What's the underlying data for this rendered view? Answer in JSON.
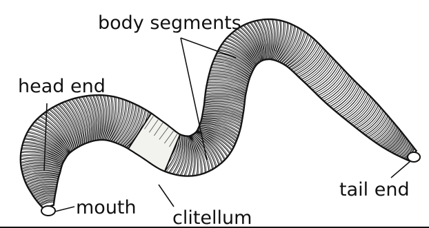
{
  "diagram": {
    "labels": {
      "body_segments": "body segments",
      "head_end": "head end",
      "mouth": "mouth",
      "clitellum": "clitellum",
      "tail_end": "tail end"
    },
    "colors": {
      "ink": "#111111",
      "background": "#ffffff",
      "clitellum_fill": "#f2f2ee"
    }
  }
}
